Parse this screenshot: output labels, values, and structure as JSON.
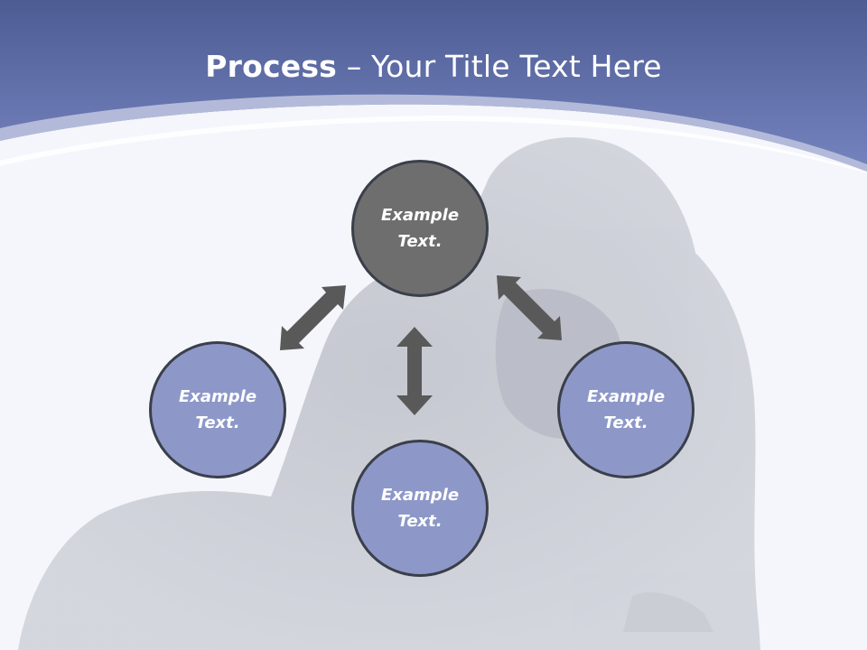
{
  "title": {
    "bold_part": "Process",
    "rest_part": " – Your Title Text Here"
  },
  "nodes": {
    "center": "Example Text.",
    "left": "Example Text.",
    "bottom": "Example Text.",
    "right": "Example Text."
  },
  "colors": {
    "header_blue": "#6f7fb9",
    "center_node": "#6e6e6e",
    "outer_node": "#8d98c8",
    "arrow": "#595959"
  }
}
